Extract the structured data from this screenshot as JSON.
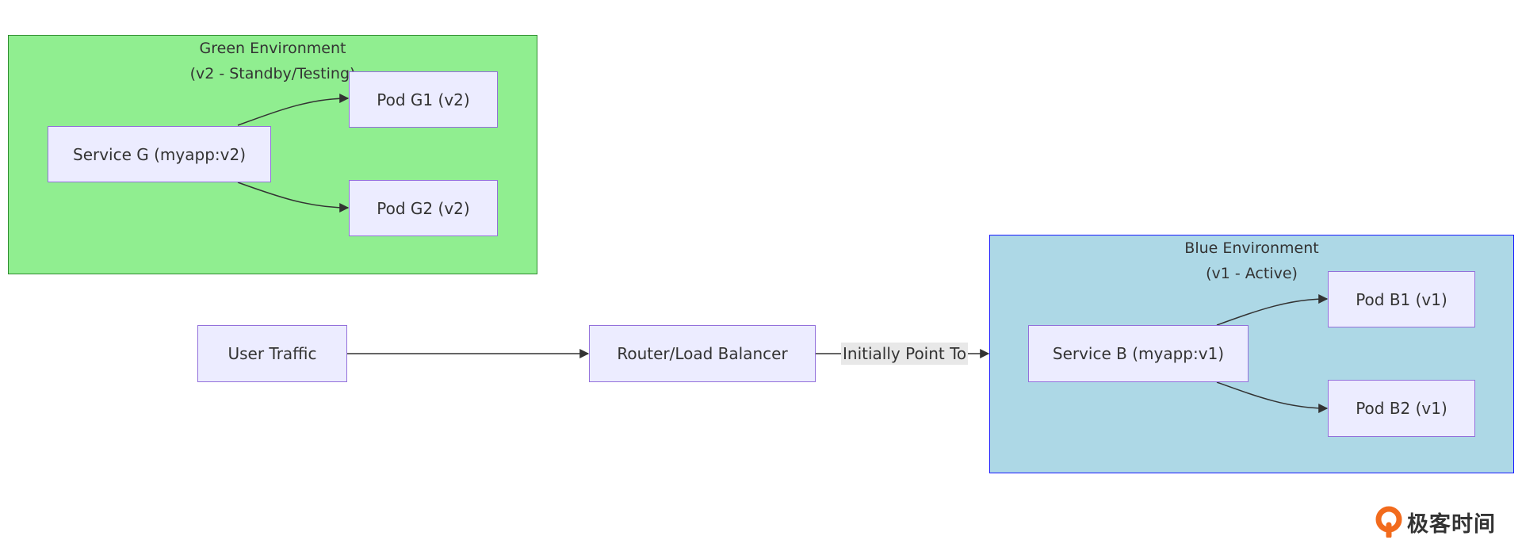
{
  "clusters": {
    "green": {
      "title": "Green Environment",
      "subtitle": "(v2 - Standby/Testing)",
      "fill": "#90ee90",
      "stroke": "#2e8b2e"
    },
    "blue": {
      "title": "Blue Environment",
      "subtitle": "(v1 - Active)",
      "fill": "#add8e6",
      "stroke": "#1a1aff"
    }
  },
  "nodes": {
    "user_traffic": "User Traffic",
    "router": "Router/Load Balancer",
    "service_g": "Service G (myapp:v2)",
    "pod_g1": "Pod G1 (v2)",
    "pod_g2": "Pod G2 (v2)",
    "service_b": "Service B (myapp:v1)",
    "pod_b1": "Pod B1 (v1)",
    "pod_b2": "Pod B2 (v1)"
  },
  "edges": [
    {
      "from": "user_traffic",
      "to": "router",
      "label": ""
    },
    {
      "from": "router",
      "to": "blue",
      "label": "Initially Point To"
    },
    {
      "from": "service_g",
      "to": "pod_g1",
      "label": ""
    },
    {
      "from": "service_g",
      "to": "pod_g2",
      "label": ""
    },
    {
      "from": "service_b",
      "to": "pod_b1",
      "label": ""
    },
    {
      "from": "service_b",
      "to": "pod_b2",
      "label": ""
    }
  ],
  "logo": {
    "text": "极客时间",
    "color": "#f26b1d"
  },
  "colors": {
    "node_fill": "#ececff",
    "node_stroke": "#9370db",
    "edge": "#333333"
  }
}
